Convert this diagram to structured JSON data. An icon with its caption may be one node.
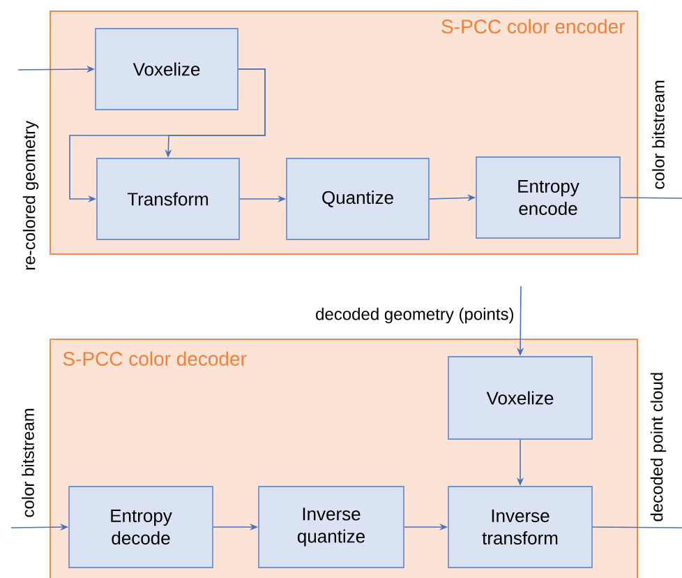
{
  "diagram": {
    "nodes": [
      {
        "text": [
          "S-PCC color encoder"
        ]
      },
      {
        "text": [
          "Voxelize"
        ],
        "in": 0
      },
      {
        "text": [
          "Transform"
        ],
        "in": 0
      },
      {
        "text": [
          "Quantize"
        ],
        "in": 0
      },
      {
        "text": [
          "Entropy encode"
        ],
        "in": 0
      },
      {
        "text": [
          "S-PCC color decoder"
        ]
      },
      {
        "text": [
          "Voxelize"
        ],
        "in": 5
      },
      {
        "text": [
          "Entropy decode"
        ],
        "in": 5
      },
      {
        "text": [
          "Inverse quantize"
        ],
        "in": 5
      },
      {
        "text": [
          "Inverse transform"
        ],
        "in": 5
      }
    ],
    "edges": [
      {
        "from": null,
        "to": 1,
        "arrow": "to",
        "label": "re-colored geometry"
      },
      {
        "from": 1,
        "to": 2,
        "arrow": "to"
      },
      {
        "from": 1,
        "to": 2,
        "arrow": "to"
      },
      {
        "from": 2,
        "to": 3,
        "arrow": "to"
      },
      {
        "from": 3,
        "to": 4,
        "arrow": "to"
      },
      {
        "from": 4,
        "to": null,
        "arrow": "none",
        "label": "color bitstream"
      },
      {
        "from": null,
        "to": 6,
        "arrow": "to",
        "label": "decoded geometry (points)"
      },
      {
        "from": 6,
        "to": 9,
        "arrow": "to"
      },
      {
        "from": null,
        "to": 7,
        "arrow": "to",
        "label": "color bitstream"
      },
      {
        "from": 7,
        "to": 8,
        "arrow": "to"
      },
      {
        "from": 8,
        "to": 9,
        "arrow": "to"
      },
      {
        "from": 9,
        "to": null,
        "arrow": "none",
        "label": "decoded point cloud"
      }
    ]
  }
}
